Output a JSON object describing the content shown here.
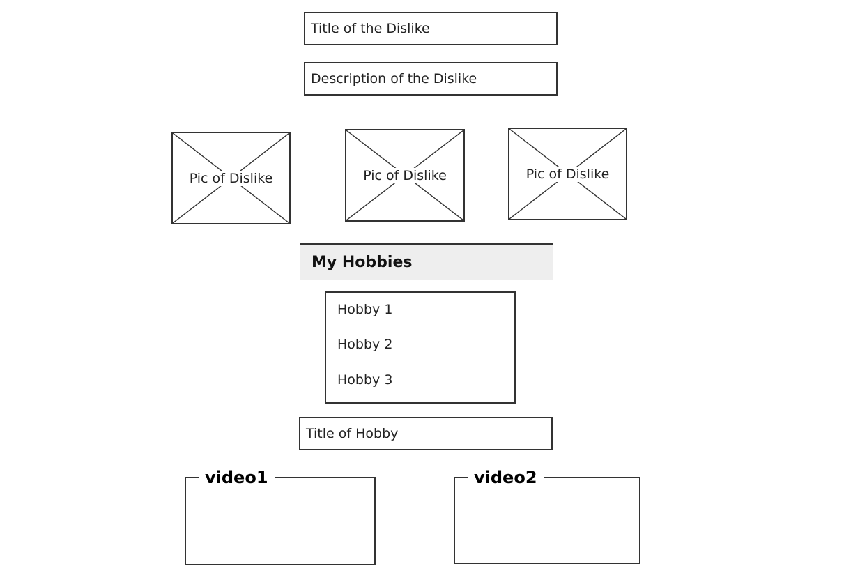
{
  "dislike": {
    "title_placeholder": "Title of the Dislike",
    "description_placeholder": "Description of the Dislike",
    "pictures": [
      {
        "label": "Pic of Dislike"
      },
      {
        "label": "Pic of Dislike"
      },
      {
        "label": "Pic of Dislike"
      }
    ]
  },
  "hobbies": {
    "header": "My Hobbies",
    "items": [
      {
        "label": "Hobby 1"
      },
      {
        "label": "Hobby 2"
      },
      {
        "label": "Hobby 3"
      }
    ],
    "title_placeholder": "Title of Hobby"
  },
  "videos": [
    {
      "label": "video1"
    },
    {
      "label": "video2"
    }
  ]
}
